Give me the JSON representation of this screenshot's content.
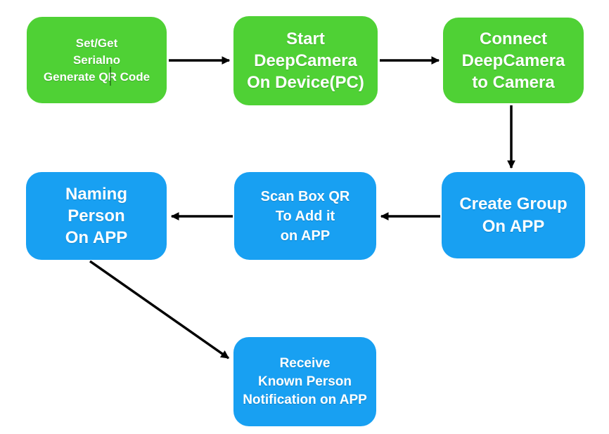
{
  "diagram": {
    "description": "DeepCamera setup flowchart",
    "colors": {
      "node_green": "#4fd135",
      "node_blue": "#18a0f2",
      "node_text": "#ffffff",
      "arrow": "#000000",
      "background": "#ffffff"
    },
    "nodes": [
      {
        "id": "set-get-serialno",
        "label": "Set/Get\nSerialno\nGenerate QR Code",
        "color": "green"
      },
      {
        "id": "start-deepcamera",
        "label": "Start\nDeepCamera\nOn Device(PC)",
        "color": "green"
      },
      {
        "id": "connect-deepcamera",
        "label": "Connect\nDeepCamera\nto Camera",
        "color": "green"
      },
      {
        "id": "create-group",
        "label": "Create Group\nOn APP",
        "color": "blue"
      },
      {
        "id": "scan-box-qr",
        "label": "Scan Box QR\nTo Add it\non APP",
        "color": "blue"
      },
      {
        "id": "naming-person",
        "label": "Naming\nPerson\nOn APP",
        "color": "blue"
      },
      {
        "id": "receive-notification",
        "label": "Receive\nKnown Person\nNotification on APP",
        "color": "blue"
      }
    ],
    "edges": [
      {
        "from": "set-get-serialno",
        "to": "start-deepcamera"
      },
      {
        "from": "start-deepcamera",
        "to": "connect-deepcamera"
      },
      {
        "from": "connect-deepcamera",
        "to": "create-group"
      },
      {
        "from": "create-group",
        "to": "scan-box-qr"
      },
      {
        "from": "scan-box-qr",
        "to": "naming-person"
      },
      {
        "from": "naming-person",
        "to": "receive-notification"
      }
    ]
  }
}
